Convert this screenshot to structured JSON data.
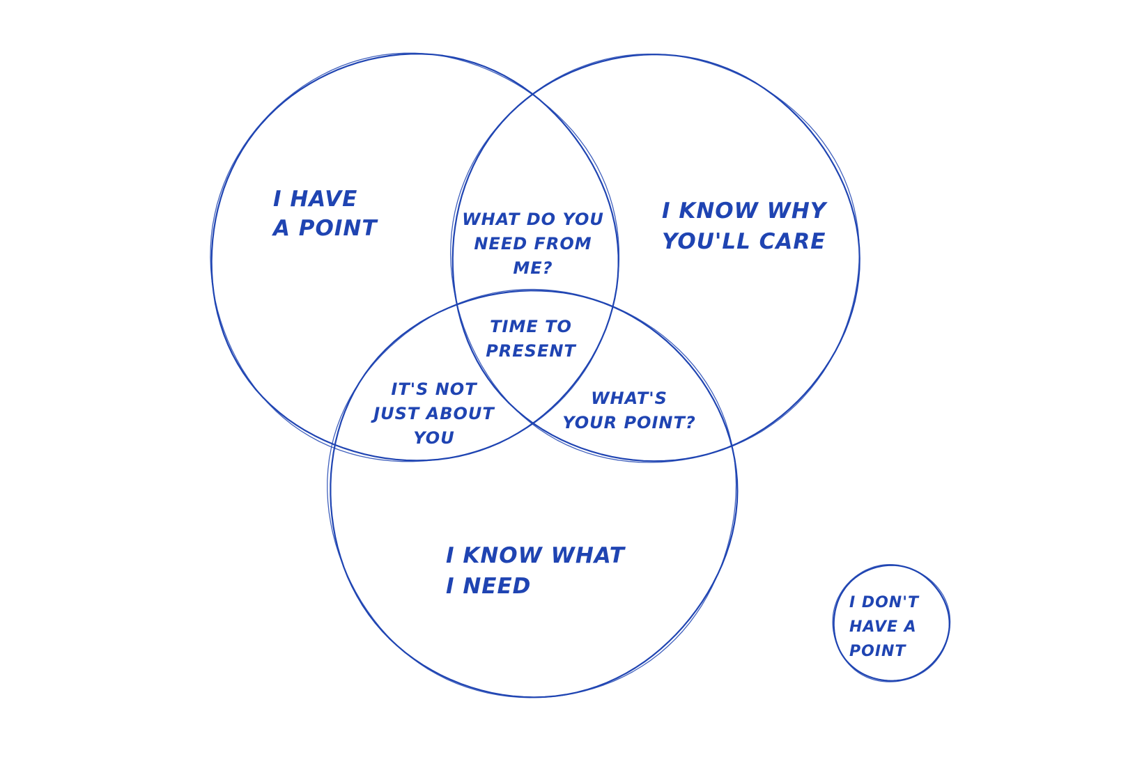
{
  "colors": {
    "ink": "#1f44b2",
    "background": "#ffffff"
  },
  "circles": {
    "point": {
      "lines": [
        "I HAVE",
        "A POINT"
      ]
    },
    "care": {
      "lines": [
        "I KNOW WHY",
        "YOU'LL CARE"
      ]
    },
    "need": {
      "lines": [
        "I KNOW WHAT",
        "I NEED"
      ]
    },
    "no_point": {
      "lines": [
        "I DON'T",
        "HAVE A",
        "POINT"
      ]
    }
  },
  "overlaps": {
    "point_care": {
      "lines": [
        "WHAT DO YOU",
        "NEED FROM",
        "ME?"
      ]
    },
    "point_need": {
      "lines": [
        "IT'S NOT",
        "JUST ABOUT",
        "YOU"
      ]
    },
    "care_need": {
      "lines": [
        "WHAT'S",
        "YOUR POINT?"
      ]
    },
    "center": {
      "lines": [
        "TIME TO",
        "PRESENT"
      ]
    }
  }
}
